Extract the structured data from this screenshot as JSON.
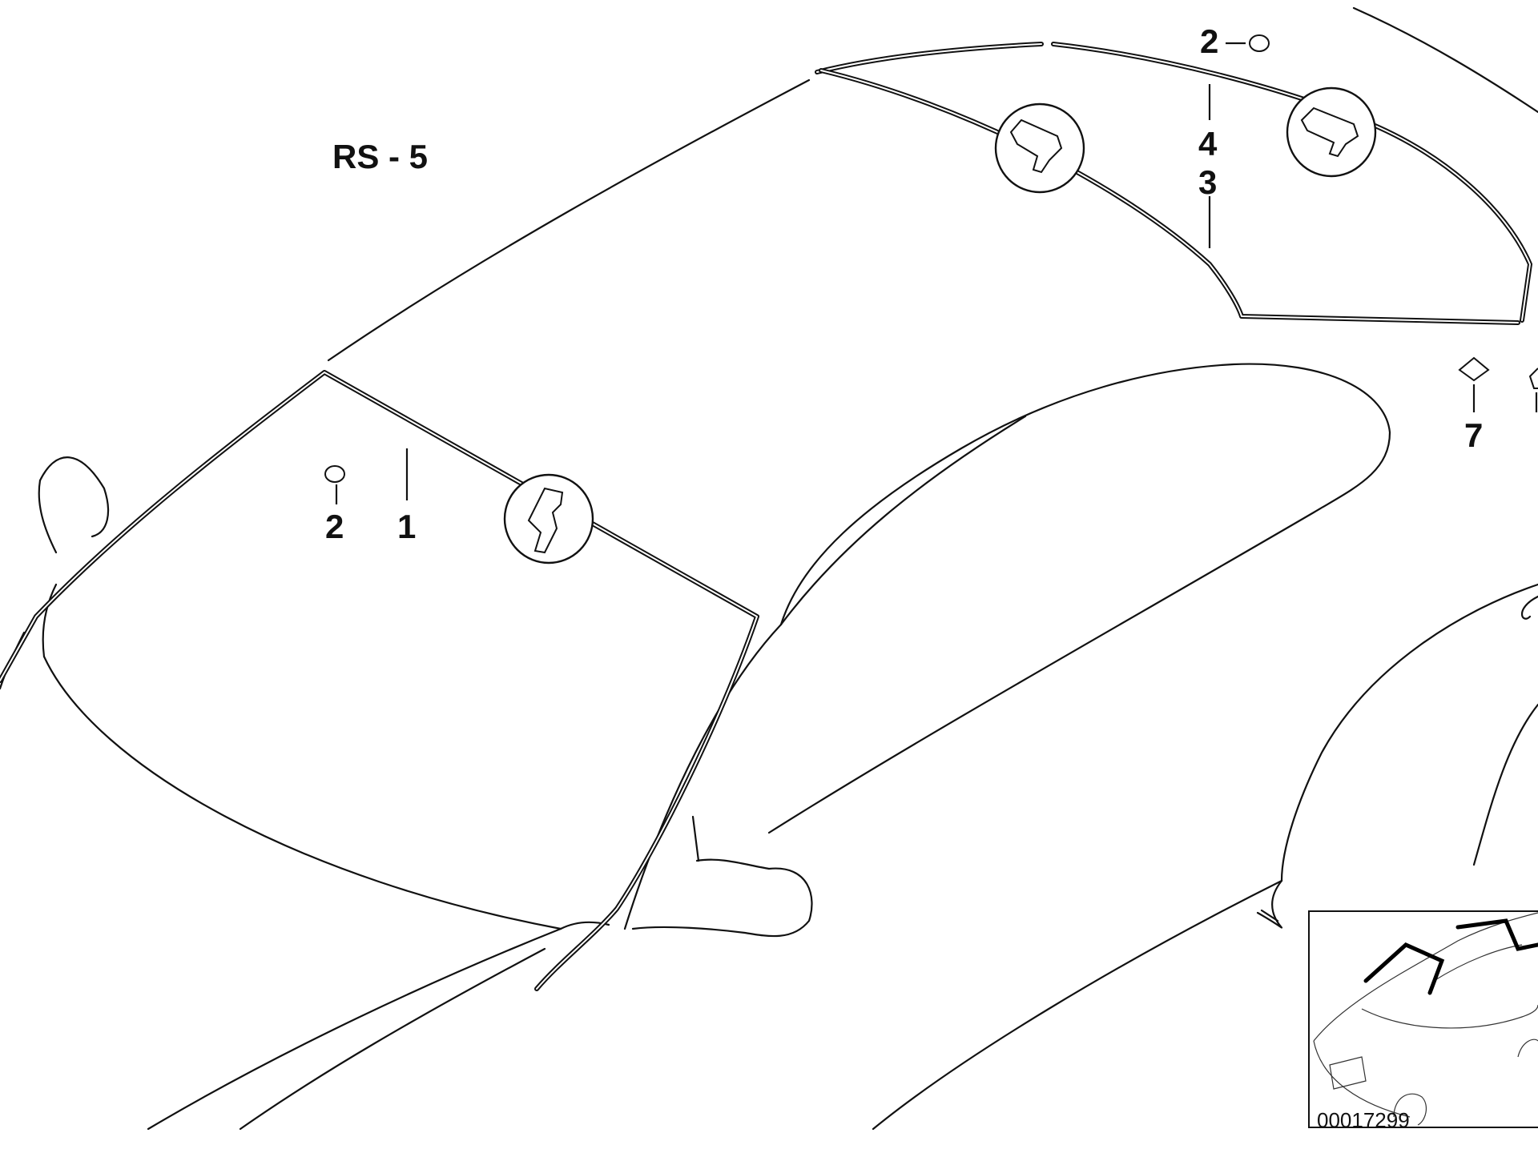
{
  "diagram": {
    "section_label": "RS - 5",
    "reference_number": "00017299",
    "callouts": {
      "c1": "1",
      "c2_front": "2",
      "c2_rear": "2",
      "c3": "3",
      "c4": "4",
      "c7": "7"
    }
  }
}
